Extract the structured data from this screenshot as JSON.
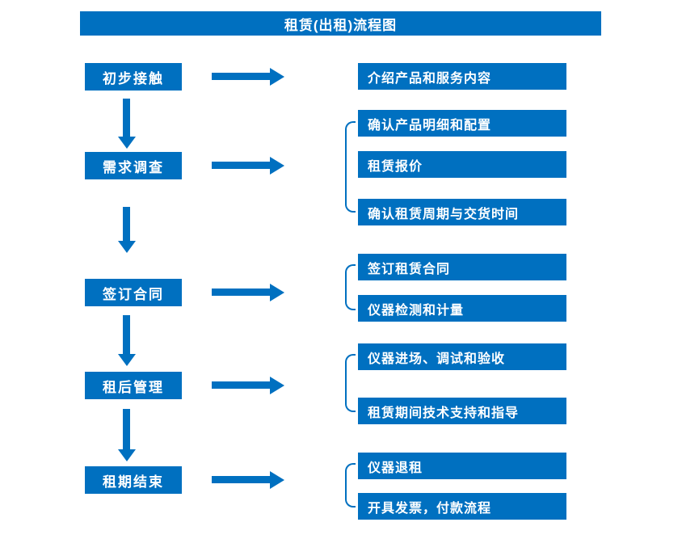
{
  "title": "租赁(出租)流程图",
  "colors": {
    "primary": "#0070C0",
    "text_on_primary": "#ffffff",
    "background": "#ffffff"
  },
  "stages": [
    {
      "label": "初步接触",
      "outputs": [
        "介绍产品和服务内容"
      ]
    },
    {
      "label": "需求调查",
      "outputs": [
        "确认产品明细和配置",
        "租赁报价",
        "确认租赁周期与交货时间"
      ]
    },
    {
      "label": "签订合同",
      "outputs": [
        "签订租赁合同",
        "仪器检测和计量"
      ]
    },
    {
      "label": "租后管理",
      "outputs": [
        "仪器进场、调试和验收",
        "租赁期间技术支持和指导"
      ]
    },
    {
      "label": "租期结束",
      "outputs": [
        "仪器退租",
        "开具发票，付款流程"
      ]
    }
  ]
}
